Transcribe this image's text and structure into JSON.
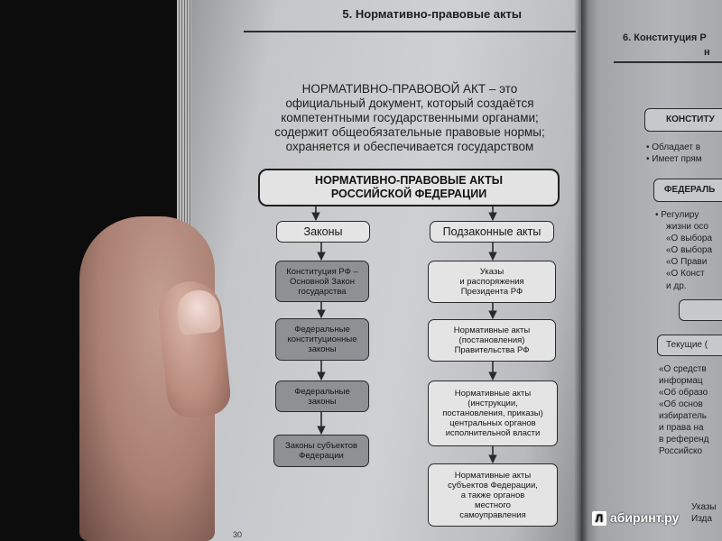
{
  "left_page": {
    "section_title": "5. Нормативно-правовые акты",
    "definition_lines": [
      "НОРМАТИВНО-ПРАВОВОЙ АКТ – это",
      "официальный документ, который создаётся",
      "компетентными государственными органами;",
      "содержит общеобязательные правовые нормы;",
      "охраняется и обеспечивается государством"
    ],
    "diagram_title_lines": [
      "НОРМАТИВНО-ПРАВОВЫЕ АКТЫ",
      "РОССИЙСКОЙ ФЕДЕРАЦИИ"
    ],
    "page_number": "30"
  },
  "diagram": {
    "laws": {
      "label": "Законы",
      "items": [
        [
          "Конституция РФ –",
          "Основной Закон",
          "государства"
        ],
        [
          "Федеральные",
          "конституционные",
          "законы"
        ],
        [
          "Федеральные",
          "законы"
        ],
        [
          "Законы субъектов",
          "Федерации"
        ]
      ]
    },
    "bylaws": {
      "label": "Подзаконные акты",
      "items": [
        [
          "Указы",
          "и распоряжения",
          "Президента РФ"
        ],
        [
          "Нормативные акты",
          "(постановления)",
          "Правительства РФ"
        ],
        [
          "Нормативные акты",
          "(инструкции,",
          "постановления, приказы)",
          "центральных органов",
          "исполнительной власти"
        ],
        [
          "Нормативные акты",
          "субъектов Федерации,",
          "а также органов",
          "местного",
          "самоуправления"
        ]
      ]
    }
  },
  "right_page": {
    "header": "6. Конституция Р",
    "header_line2": "н",
    "box1": "КОНСТИТУ",
    "bullets": [
      "Обладает в",
      "Имеет прям"
    ],
    "box2": "ФЕДЕРАЛЬ",
    "reg_lines": [
      "Регулиру",
      "жизни осо",
      "«О выбора",
      "«О выбора",
      "«О Прави",
      "«О Конст",
      "и др."
    ],
    "box3": "Текущие (",
    "law_lines": [
      "«О средств",
      "информац",
      "«Об образо",
      "«Об основ",
      "избиратель",
      "и права на",
      "в референд",
      "Российско"
    ],
    "footer_lines": [
      "Указы",
      "Изда"
    ]
  },
  "watermark": {
    "text": "абиринт.ру",
    "logo_char": "Л"
  },
  "colors": {
    "dark_node": "#8f9094",
    "light_node": "#e4e4e5",
    "line": "#2a2a2a"
  }
}
